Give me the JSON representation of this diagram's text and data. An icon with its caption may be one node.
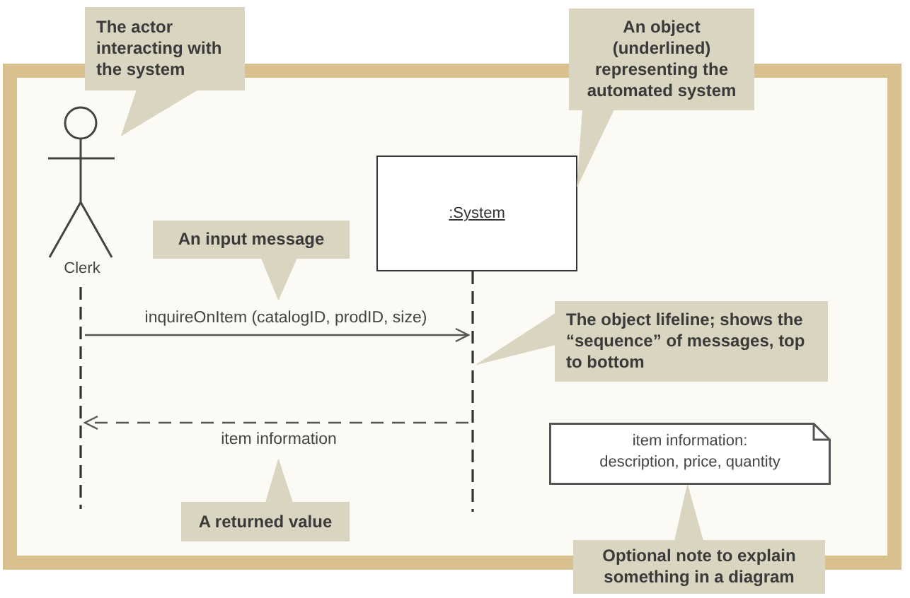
{
  "diagram": {
    "nodes": [
      {
        "text": [
          "The actor interacting with the system"
        ]
      },
      {
        "text": [
          "An object (underlined) representing the automated system"
        ]
      },
      {
        "text": [
          "Clerk"
        ]
      },
      {
        "text": [
          ":System"
        ]
      },
      {
        "text": [
          "An input message"
        ]
      },
      {
        "text": [],
        "shape": "line"
      },
      {
        "text": [],
        "shape": "line"
      },
      {
        "text": [
          "The object lifeline; shows the “sequence” of messages, top to bottom"
        ]
      },
      {
        "text": [
          "item information: description, price, quantity"
        ]
      },
      {
        "text": [
          "A returned value"
        ]
      },
      {
        "text": [
          "Optional note to explain something in a diagram"
        ]
      }
    ],
    "edges": [
      {
        "from": 5,
        "to": 6,
        "arrow": "to",
        "label": "inquireOnItem (catalogID, prodID, size)",
        "color": "#555555"
      },
      {
        "from": 6,
        "to": 5,
        "arrow": "to",
        "label": "item information",
        "style": "dashed",
        "color": "#555555"
      },
      {
        "from": 0,
        "to": 2,
        "arrow": "to"
      },
      {
        "from": 1,
        "to": 3,
        "arrow": "to"
      },
      {
        "from": 4,
        "to": null,
        "arrow": "to"
      },
      {
        "from": 7,
        "to": 6,
        "arrow": "to"
      },
      {
        "from": 9,
        "to": null,
        "arrow": "to"
      },
      {
        "from": 10,
        "to": 8,
        "arrow": "to"
      }
    ]
  }
}
